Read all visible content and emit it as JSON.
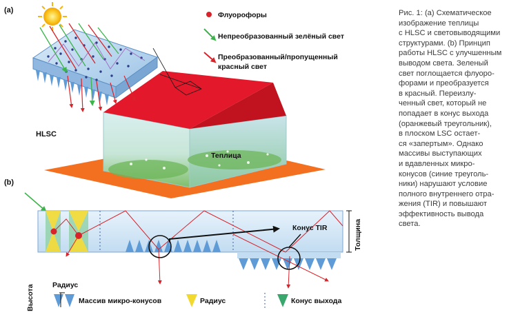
{
  "figure": {
    "panel_a_label": "(a)",
    "panel_b_label": "(b)",
    "legend": {
      "fluorophores": "Флуорофоры",
      "green_light": "Непреобразованный зелёный свет",
      "red_light_line1": "Преобразованный/пропущенный",
      "red_light_line2": "красный свет"
    },
    "hlsc_label": "HLSC",
    "greenhouse_label": "Теплица",
    "cone_tir_label": "Конус TIR",
    "thickness_label": "Толщина",
    "height_label": "Высота",
    "radius_label": "Радиус",
    "bottom_legend": {
      "micro_cone_array": "Массив микро-конусов",
      "radius": "Радиус",
      "exit_cone": "Конус выхода"
    },
    "colors": {
      "fluorophore": "#d8232a",
      "green_light": "#3bb54a",
      "red_light": "#d8232a",
      "roof": "#e3182b",
      "ground": "#f37021",
      "micro_cone": "#3f8fd2",
      "radius_cone": "#f2d930",
      "exit_cone": "#3aa76d"
    }
  },
  "caption": {
    "lines": [
      "Рис. 1: (a) Схематическое",
      "изображение теплицы",
      "с HLSC и световыводящими",
      "структурами. (b) Принцип",
      "работы HLSC с улучшенным",
      "выводом света. Зеленый",
      "свет поглощается флуоро-",
      "форами и преобразуется",
      "в красный. Переизлу-",
      "ченный свет, который не",
      "попадает в конус выхода",
      "(оранжевый треугольник),",
      "в плоском LSC остает-",
      "ся «запертым». Однако",
      "массивы выступающих",
      "и вдавленных микро-",
      "конусов (синие треуголь-",
      "ники) нарушают условие",
      "полного внутреннего отра-",
      "жения (TIR) и повышают",
      "эффективность вывода",
      "света."
    ]
  }
}
